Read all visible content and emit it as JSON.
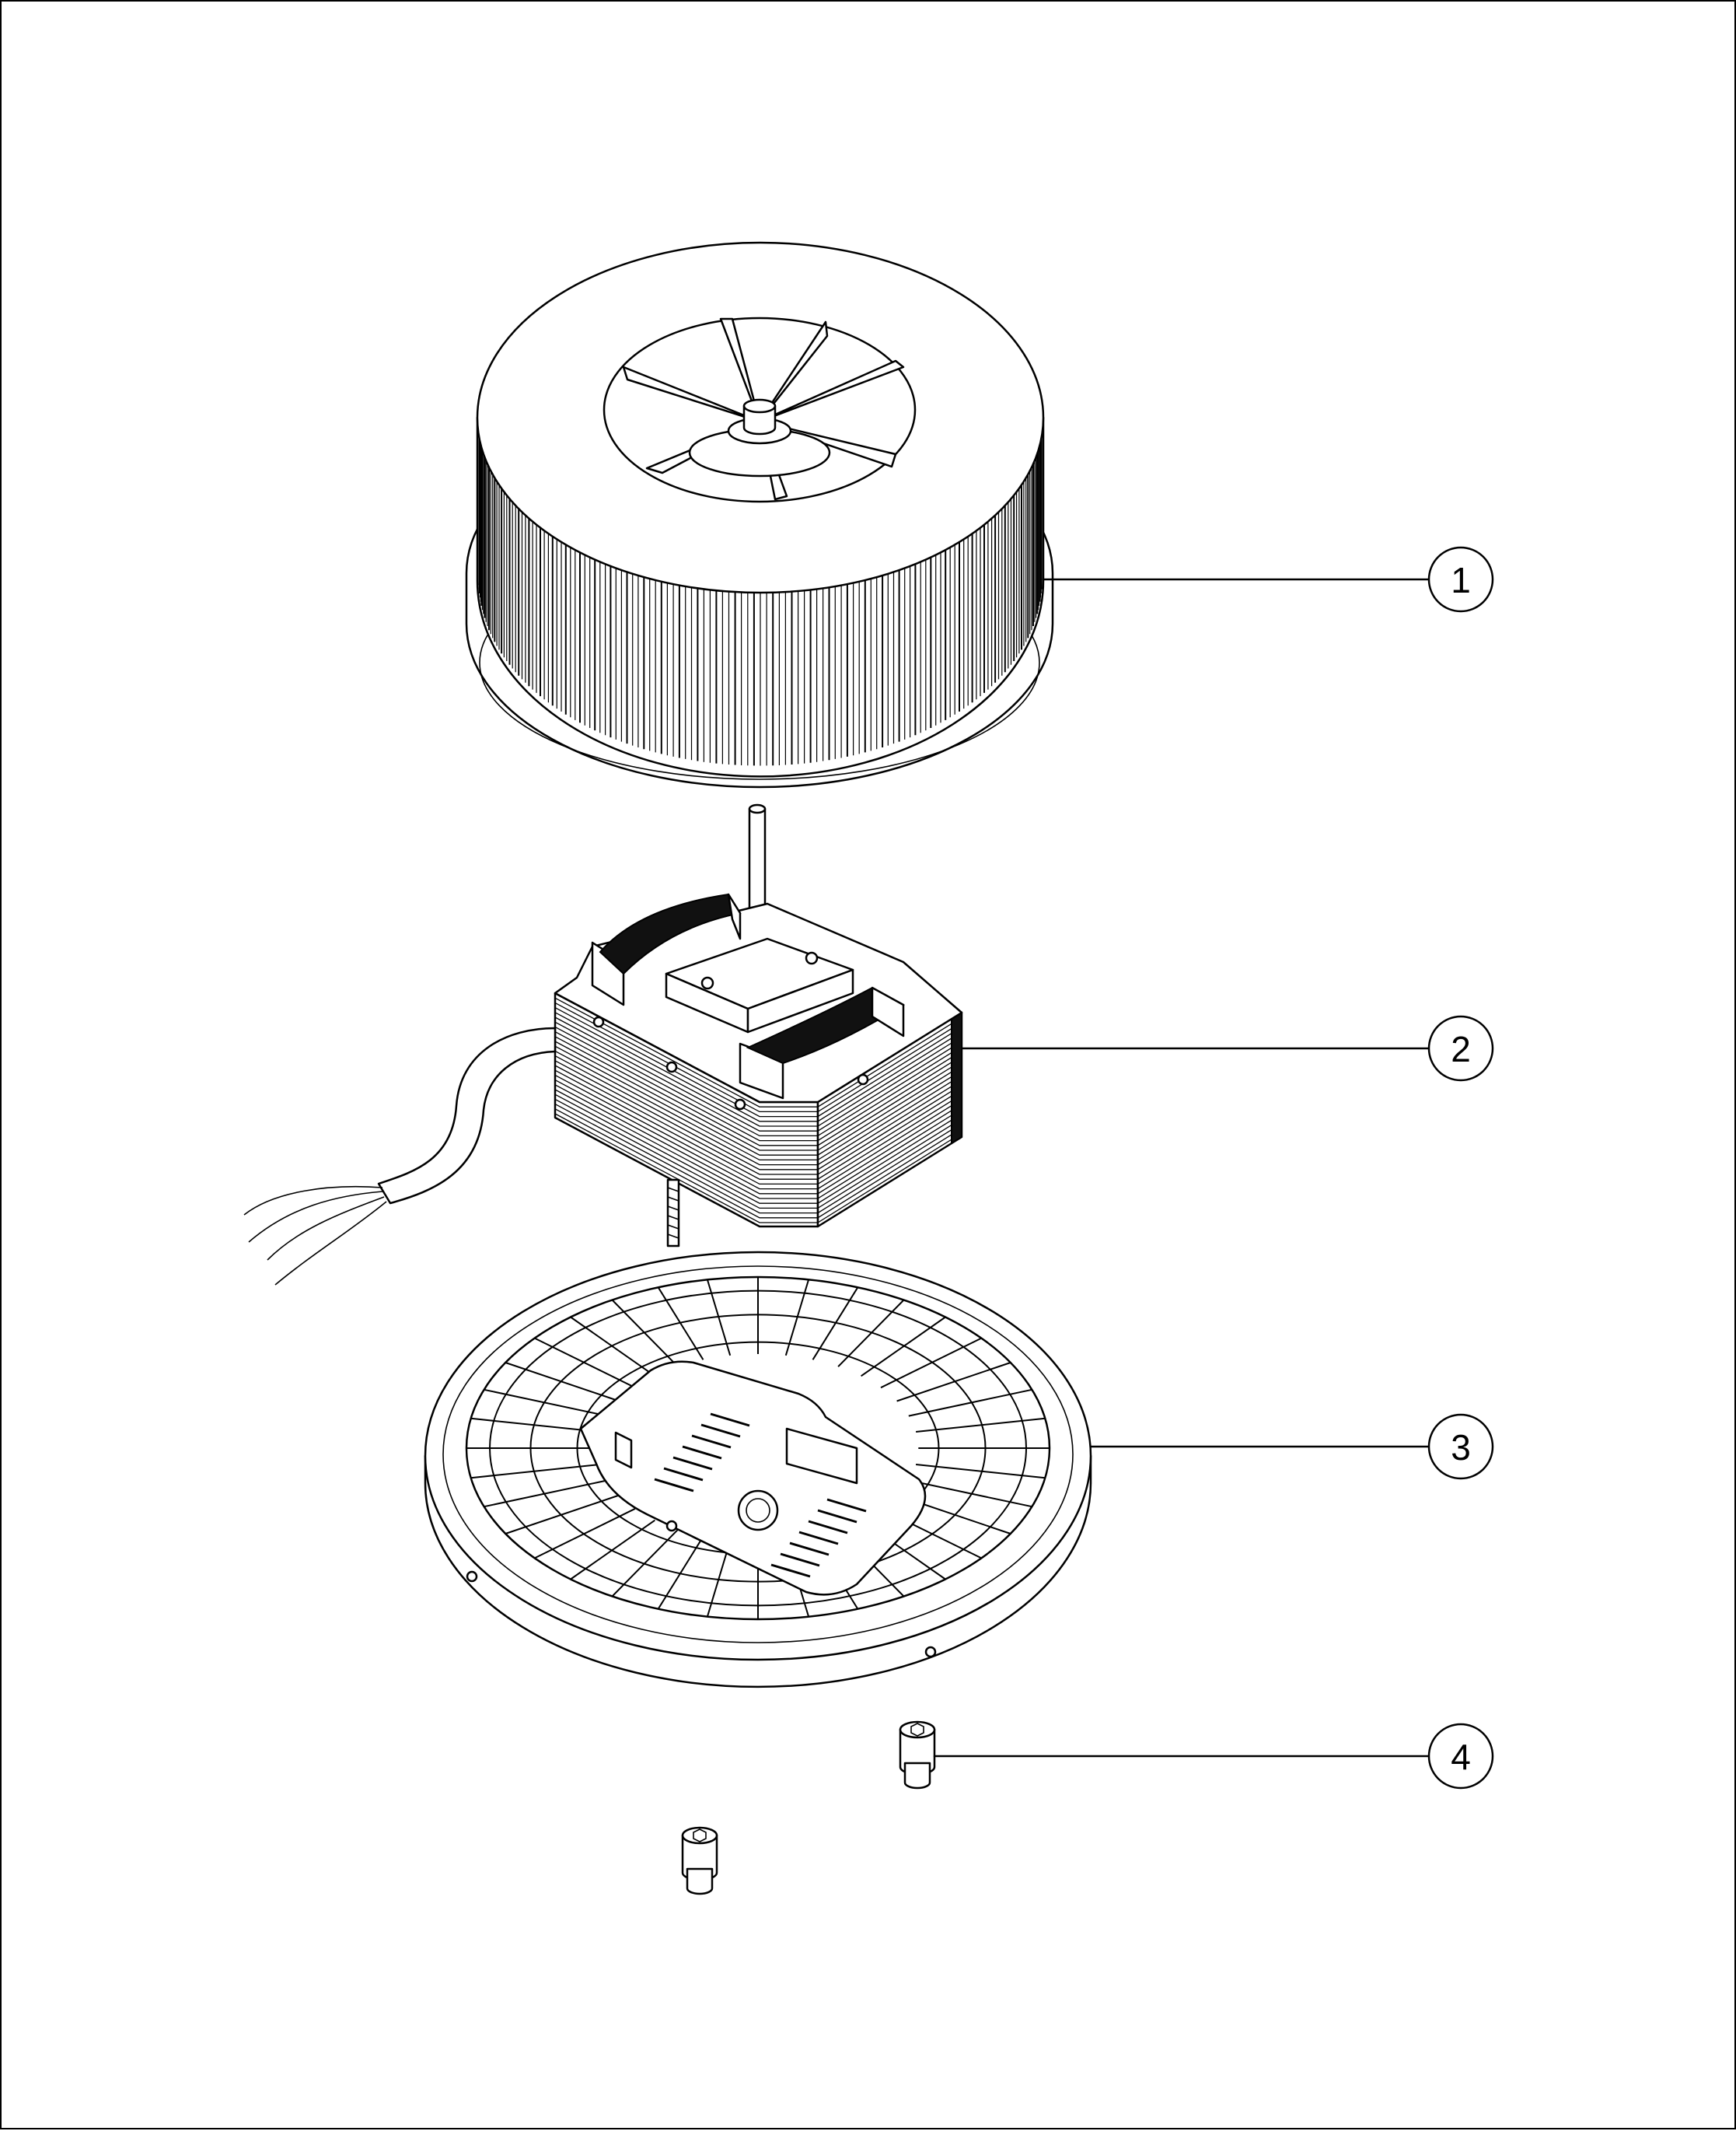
{
  "diagram": {
    "type": "exploded-parts-view",
    "colors": {
      "line": "#000000",
      "background": "#ffffff",
      "coil": "#111111"
    },
    "parts": [
      {
        "id": "blower-wheel",
        "callout": "1"
      },
      {
        "id": "motor",
        "callout": "2"
      },
      {
        "id": "base-grille",
        "callout": "3"
      },
      {
        "id": "nut",
        "callout": "4"
      }
    ]
  }
}
